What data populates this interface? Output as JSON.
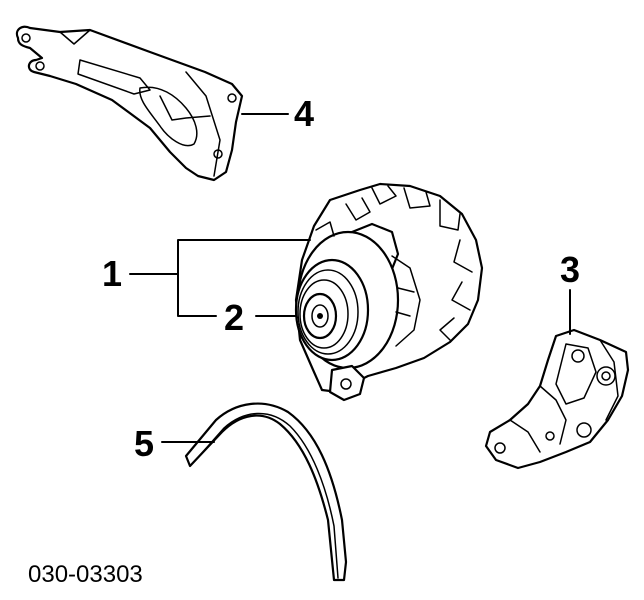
{
  "diagram": {
    "callouts": {
      "alternator": "1",
      "pulley": "2",
      "lower_bracket": "3",
      "upper_bracket": "4",
      "belt": "5"
    },
    "part_code": "030-03303"
  }
}
